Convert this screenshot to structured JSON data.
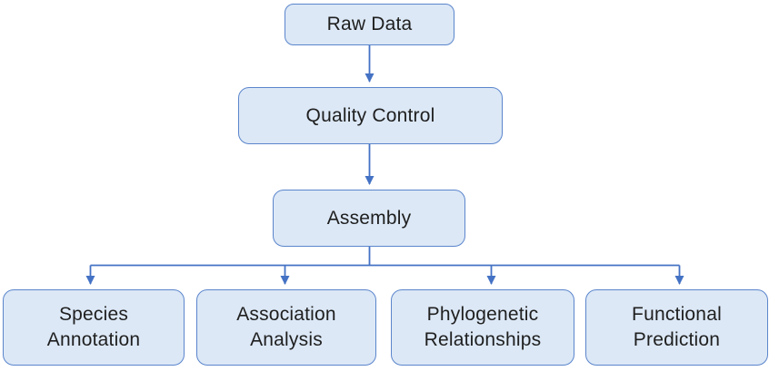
{
  "diagram": {
    "type": "flowchart",
    "nodes": {
      "raw_data": {
        "label": "Raw Data"
      },
      "quality_control": {
        "label": "Quality Control"
      },
      "assembly": {
        "label": "Assembly"
      },
      "children": [
        {
          "line1": "Species",
          "line2": "Annotation"
        },
        {
          "line1": "Association",
          "line2": "Analysis"
        },
        {
          "line1": "Phylogenetic",
          "line2": "Relationships"
        },
        {
          "line1": "Functional",
          "line2": "Prediction"
        }
      ]
    },
    "flow": [
      "Raw Data -> Quality Control",
      "Quality Control -> Assembly",
      "Assembly -> Species Annotation",
      "Assembly -> Association Analysis",
      "Assembly -> Phylogenetic Relationships",
      "Assembly -> Functional Prediction"
    ],
    "colors": {
      "box_fill": "#dce8f6",
      "box_border": "#5b85cc",
      "connector": "#4472c4",
      "text": "#1f1f1f",
      "background": "#ffffff"
    }
  }
}
